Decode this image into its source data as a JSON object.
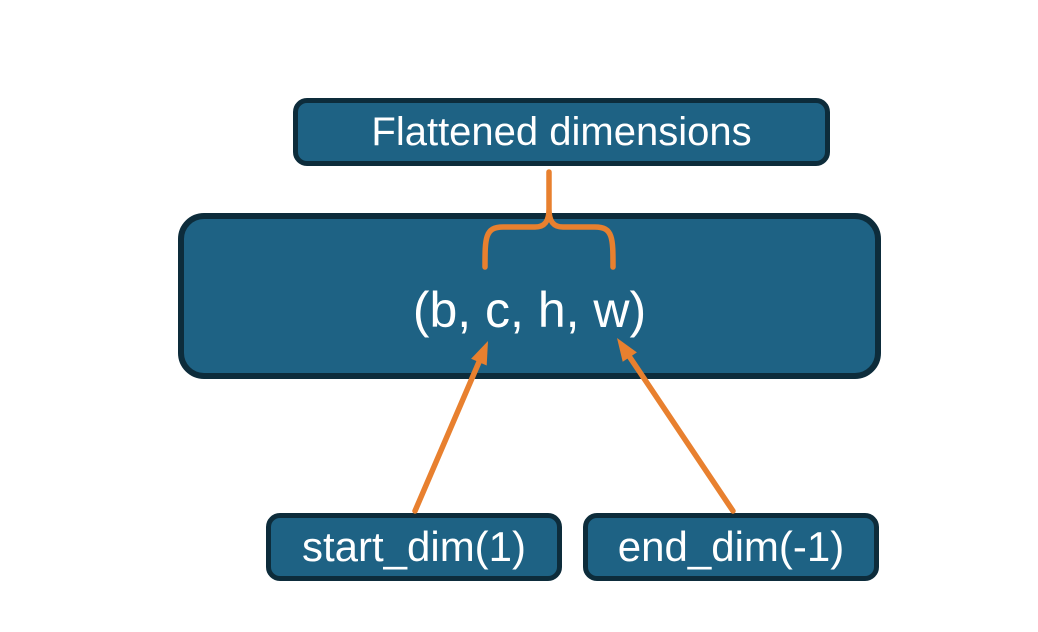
{
  "colors": {
    "background": "#ffffff",
    "node_fill": "#1e6284",
    "node_border": "#0d2c3b",
    "connector": "#e8802f",
    "node_text": "#ffffff"
  },
  "diagram": {
    "top_node": {
      "label": "Flattened dimensions"
    },
    "shape_node": {
      "label": "(b, c, h, w)"
    },
    "start_node": {
      "label": "start_dim(1)"
    },
    "end_node": {
      "label": "end_dim(-1)"
    }
  }
}
